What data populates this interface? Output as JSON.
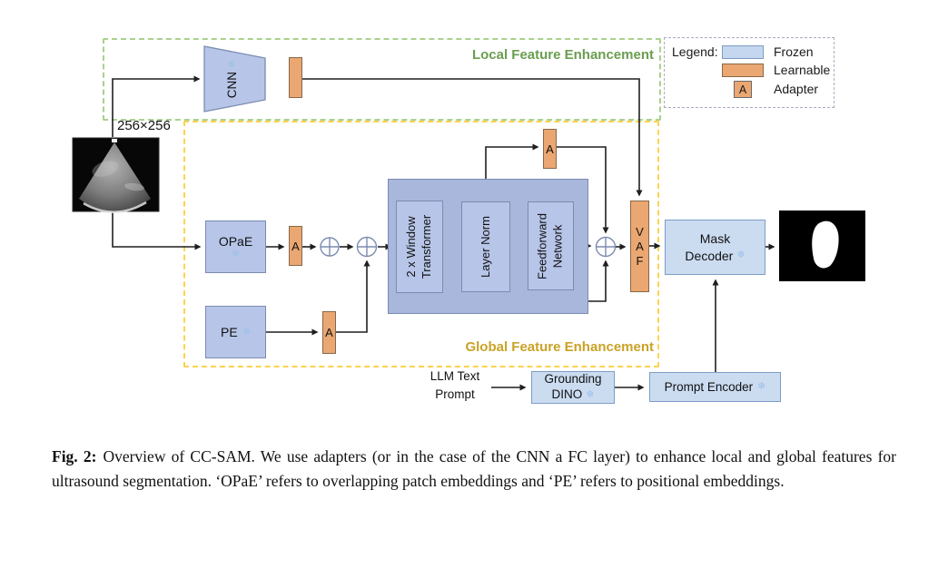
{
  "figure": {
    "input_size_label": "256×256",
    "regions": {
      "local": {
        "label": "Local Feature Enhancement"
      },
      "global": {
        "label": "Global Feature Enhancement"
      }
    },
    "legend": {
      "title": "Legend:",
      "items": [
        {
          "label": "Frozen"
        },
        {
          "label": "Learnable"
        },
        {
          "label": "Adapter",
          "swatch_label": "A"
        }
      ]
    },
    "adapter_label": "A",
    "icons": {
      "snowflake": "❄"
    },
    "nodes": {
      "cnn": {
        "label": "CNN"
      },
      "opae": {
        "label": "OPaE"
      },
      "pe": {
        "label": "PE"
      },
      "window_transformer": {
        "label": "2 x Window Transformer"
      },
      "layer_norm": {
        "label": "Layer Norm"
      },
      "feedforward": {
        "label": "Feedforward Network"
      },
      "vaf": {
        "letters": [
          "V",
          "A",
          "F"
        ]
      },
      "mask_decoder": {
        "lines": [
          "Mask",
          "Decoder"
        ]
      },
      "grounding_dino": {
        "lines": [
          "Grounding",
          "DINO"
        ]
      },
      "prompt_encoder": {
        "label": "Prompt Encoder"
      },
      "llm_prompt": {
        "lines": [
          "LLM Text",
          "Prompt"
        ]
      }
    },
    "colors": {
      "frozen_fill": "#b7c5e8",
      "frozen_light_fill": "#cbdcf1",
      "learnable_fill": "#eaa772",
      "transformer_container_fill": "#a9b7dd",
      "local_region_border": "#a9d18e",
      "global_region_border": "#fed24f",
      "local_label_text": "#6a9e4f",
      "global_label_text": "#c9a227",
      "snowflake": "#9cc0e8"
    }
  },
  "caption": {
    "label": "Fig. 2:",
    "text": "Overview of CC-SAM. We use adapters (or in the case of the CNN a FC layer) to enhance local and global features for ultrasound segmentation. ‘OPaE’ refers to overlapping patch embeddings and ‘PE’ refers to positional embeddings."
  }
}
